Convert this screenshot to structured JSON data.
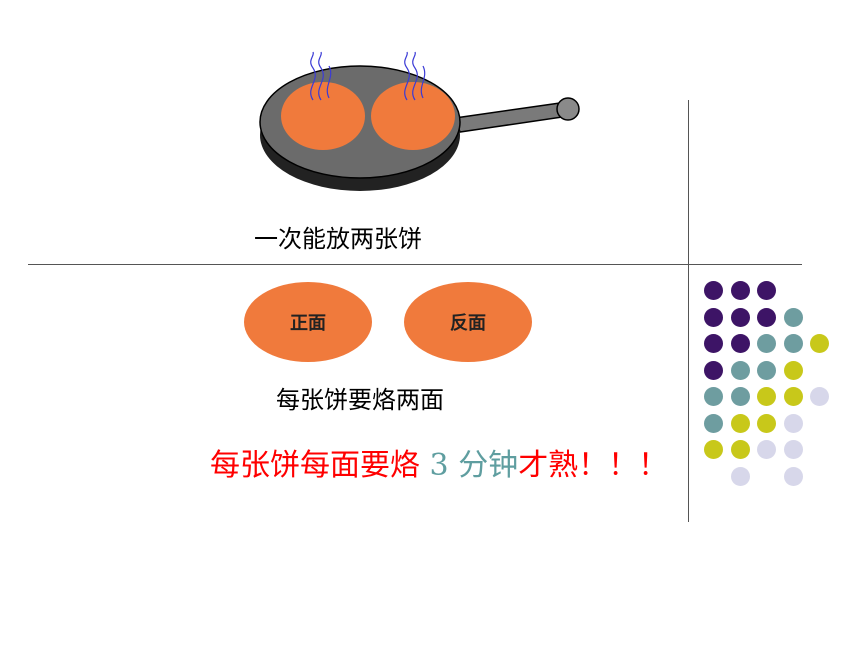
{
  "captions": {
    "pan_caption": "一次能放两张饼",
    "sides_caption": "每张饼要烙两面"
  },
  "ovals": {
    "front_label": "正面",
    "back_label": "反面"
  },
  "notice": {
    "part1": "每张饼每面要烙",
    "number": "3",
    "unit": "分钟",
    "part2": "才熟！！！"
  },
  "colors": {
    "purple": "#3d1466",
    "teal": "#6e9da0",
    "yellow": "#c8c81a",
    "lavender": "#d7d7ea",
    "pancake": "#f07a3c",
    "pan": "#6b6b6b"
  },
  "dot_grid": [
    [
      "purple",
      "purple",
      "purple",
      "",
      "",
      ""
    ],
    [
      "purple",
      "purple",
      "purple",
      "teal",
      "",
      ""
    ],
    [
      "purple",
      "purple",
      "teal",
      "teal",
      "yellow",
      ""
    ],
    [
      "purple",
      "teal",
      "teal",
      "yellow",
      "",
      ""
    ],
    [
      "teal",
      "teal",
      "yellow",
      "yellow",
      "lavender",
      ""
    ],
    [
      "teal",
      "yellow",
      "yellow",
      "lavender",
      "",
      ""
    ],
    [
      "yellow",
      "yellow",
      "lavender",
      "lavender",
      "",
      ""
    ],
    [
      "",
      "lavender",
      "",
      "lavender",
      "",
      ""
    ]
  ]
}
